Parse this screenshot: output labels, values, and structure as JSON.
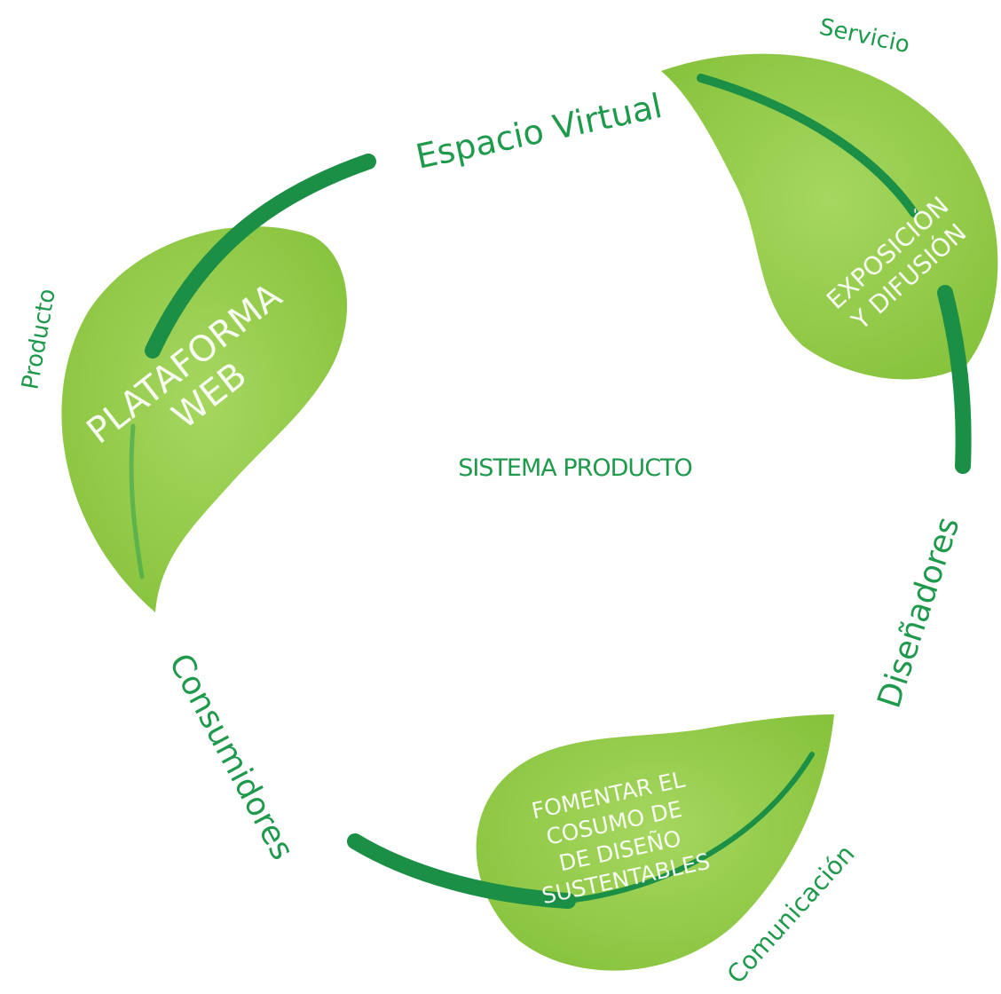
{
  "diagram": {
    "center_label": "SISTEMA PRODUCTO",
    "leaves": [
      {
        "line1": "PLATAFORMA",
        "line2": "WEB"
      },
      {
        "line1": "EXPOSICIÓN",
        "line2": "Y DIFUSIÓN"
      },
      {
        "line1": "FOMENTAR EL",
        "line2": "COSUMO DE",
        "line3": "DE DISEÑO",
        "line4": "SUSTENTABLES"
      }
    ],
    "labels": {
      "espacio_virtual": "Espacio Virtual",
      "servicio": "Servicio",
      "producto": "Producto",
      "disenadores": "Diseñadores",
      "consumidores": "Consumidores",
      "comunicacion": "Comunicación"
    },
    "colors": {
      "leaf_fill": "#8cc63f",
      "leaf_fill_light": "#a4d65e",
      "stem": "#1b8f45",
      "text": "#1f9a4c"
    }
  }
}
